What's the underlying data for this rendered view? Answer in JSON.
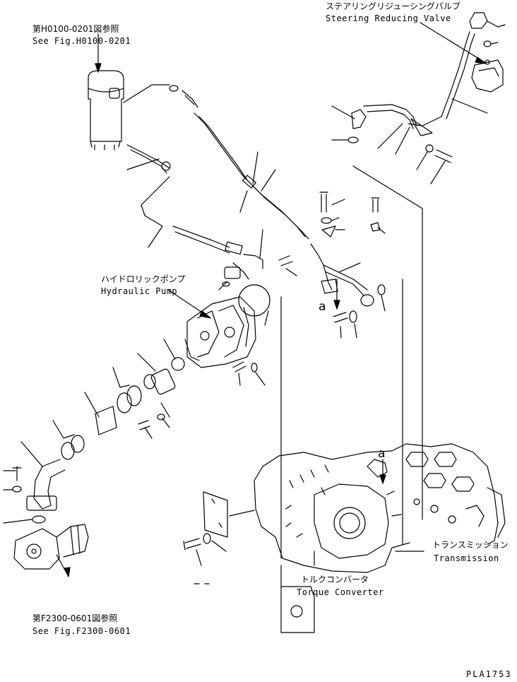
{
  "labels": {
    "ref_h0100_jp": "第H0100-0201図参照",
    "ref_h0100_en": "See Fig.H0100-0201",
    "steering_jp": "ステアリングリジューシングバルブ",
    "steering_en": "Steering Reducing Valve",
    "pump_jp": "ハイドロリックポンプ",
    "pump_en": "Hydraulic Pump",
    "transmission_jp": "トランスミッション",
    "transmission_en": "Transmission",
    "torque_jp": "トルクコンバータ",
    "torque_en": "Torque Converter",
    "ref_f2300_jp": "第F2300-0601図参照",
    "ref_f2300_en": "See Fig.F2300-0601",
    "mark_a_upper": "a",
    "mark_a_lower": "a",
    "drawing_code": "PLA1753"
  }
}
